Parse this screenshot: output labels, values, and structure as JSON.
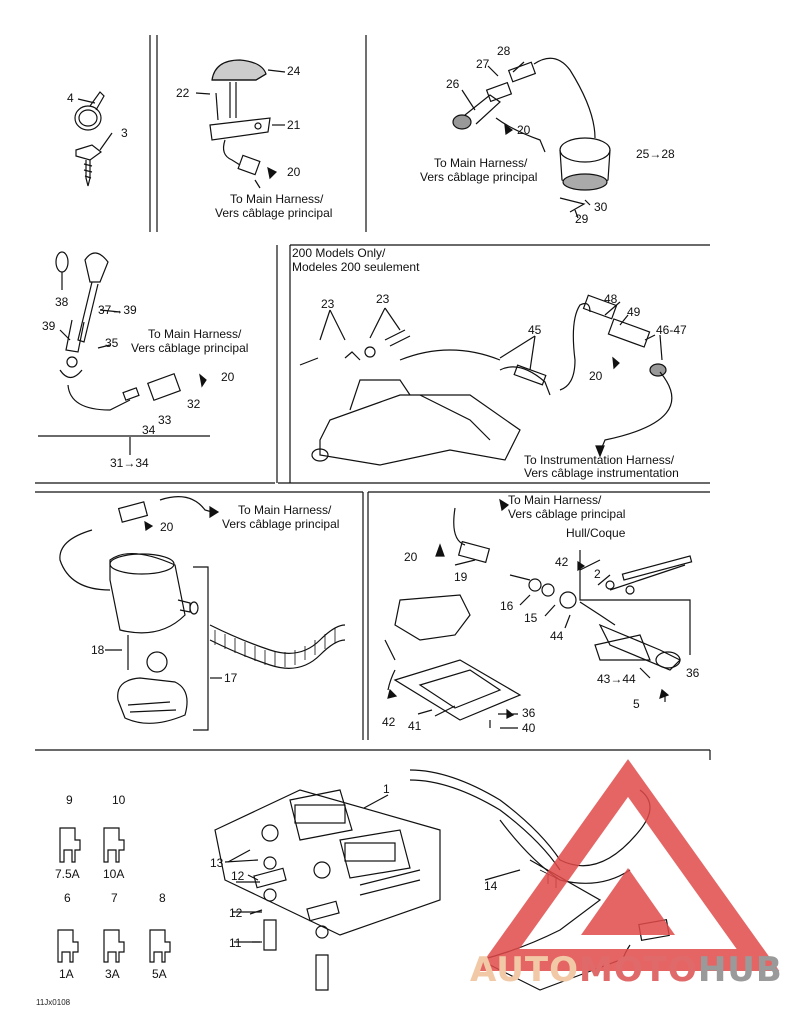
{
  "sections": {
    "s1": {
      "parts": [
        "4",
        "3"
      ]
    },
    "s2": {
      "parts": [
        "22",
        "24",
        "21",
        "20"
      ],
      "note": "To Main Harness/",
      "note_fr": "Vers câblage principal"
    },
    "s3": {
      "parts": [
        "28",
        "27",
        "26",
        "20",
        "25→28",
        "30",
        "29"
      ],
      "note": "To Main Harness/",
      "note_fr": "Vers câblage principal"
    },
    "s4": {
      "parts": [
        "38",
        "37→39",
        "39",
        "35",
        "20",
        "32",
        "33",
        "34",
        "31→34"
      ],
      "note": "To Main Harness/",
      "note_fr": "Vers câblage principal"
    },
    "s5": {
      "title": "200 Models Only/",
      "title_fr": "Modeles 200 seulement",
      "parts": [
        "23",
        "23",
        "48",
        "49",
        "45",
        "46-47",
        "20"
      ],
      "note": "To Instrumentation Harness/",
      "note_fr": "Vers câblage instrumentation"
    },
    "s6": {
      "parts": [
        "20",
        "18",
        "17"
      ],
      "note": "To Main Harness/",
      "note_fr": "Vers câblage principal"
    },
    "s7": {
      "parts": [
        "20",
        "19",
        "42",
        "2",
        "16",
        "15",
        "44",
        "43→44",
        "36",
        "5",
        "42",
        "41",
        "36",
        "40"
      ],
      "note": "To Main Harness/",
      "note_fr": "Vers câblage principal",
      "hull": "Hull/Coque"
    },
    "s8": {
      "parts": [
        "1",
        "13",
        "12",
        "12",
        "11",
        "14"
      ],
      "fuses": [
        {
          "num": "9",
          "rating": "7.5A"
        },
        {
          "num": "10",
          "rating": "10A"
        },
        {
          "num": "6",
          "rating": "1A"
        },
        {
          "num": "7",
          "rating": "3A"
        },
        {
          "num": "8",
          "rating": "5A"
        }
      ]
    }
  },
  "figure_id": "11Jx0108",
  "watermark": {
    "part1": "AUTO",
    "part2": "MOTO",
    "part3": "HUB"
  },
  "colors": {
    "line": "#111111",
    "watermark_red": "#e04a4a",
    "watermark_gold": "#f0c090",
    "watermark_gray": "#999999"
  }
}
